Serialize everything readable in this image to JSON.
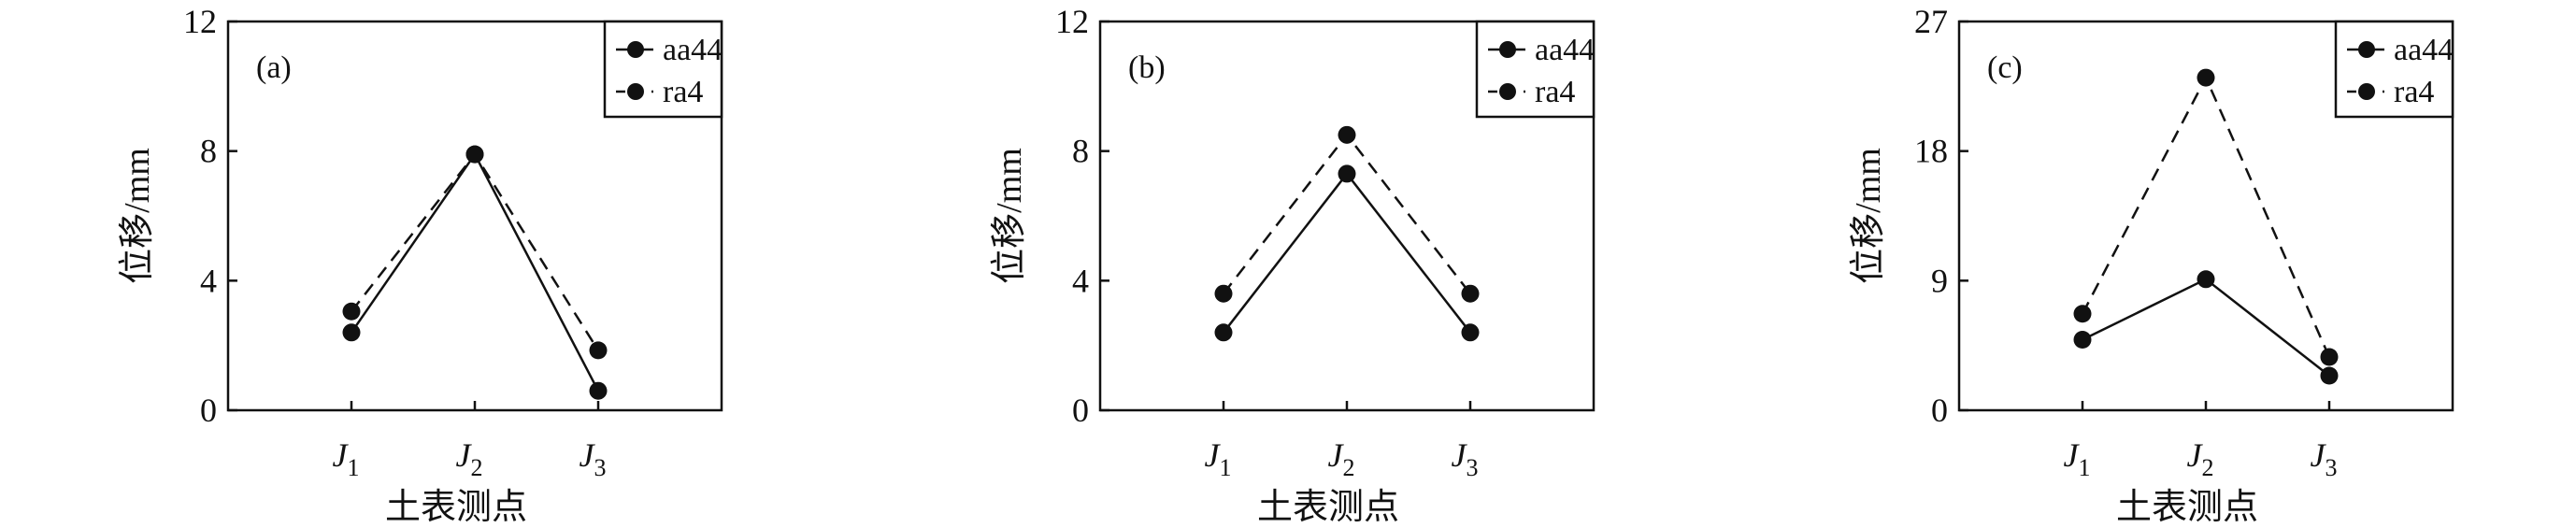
{
  "chart_data": [
    {
      "type": "line",
      "panel_label": "(a)",
      "categories": [
        "J1",
        "J2",
        "J3"
      ],
      "category_labels": [
        {
          "main": "J",
          "sub": "1"
        },
        {
          "main": "J",
          "sub": "2"
        },
        {
          "main": "J",
          "sub": "3"
        }
      ],
      "xlabel": "土表测点",
      "ylabel": "位移/mm",
      "ylim": [
        0,
        12
      ],
      "yticks": [
        0,
        4,
        8,
        12
      ],
      "legend_position": "top-right",
      "series": [
        {
          "name": "aa44",
          "style": "solid",
          "values": [
            2.4,
            7.9,
            0.6
          ]
        },
        {
          "name": "ra4",
          "style": "dashed",
          "values": [
            3.05,
            7.9,
            1.85
          ]
        }
      ]
    },
    {
      "type": "line",
      "panel_label": "(b)",
      "categories": [
        "J1",
        "J2",
        "J3"
      ],
      "category_labels": [
        {
          "main": "J",
          "sub": "1"
        },
        {
          "main": "J",
          "sub": "2"
        },
        {
          "main": "J",
          "sub": "3"
        }
      ],
      "xlabel": "土表测点",
      "ylabel": "位移/mm",
      "ylim": [
        0,
        12
      ],
      "yticks": [
        0,
        4,
        8,
        12
      ],
      "legend_position": "top-right",
      "series": [
        {
          "name": "aa44",
          "style": "solid",
          "values": [
            2.4,
            7.3,
            2.4
          ]
        },
        {
          "name": "ra4",
          "style": "dashed",
          "values": [
            3.6,
            8.5,
            3.6
          ]
        }
      ]
    },
    {
      "type": "line",
      "panel_label": "(c)",
      "categories": [
        "J1",
        "J2",
        "J3"
      ],
      "category_labels": [
        {
          "main": "J",
          "sub": "1"
        },
        {
          "main": "J",
          "sub": "2"
        },
        {
          "main": "J",
          "sub": "3"
        }
      ],
      "xlabel": "土表测点",
      "ylabel": "位移/mm",
      "ylim": [
        0,
        27
      ],
      "yticks": [
        0,
        9,
        18,
        27
      ],
      "legend_position": "top-right",
      "series": [
        {
          "name": "aa44",
          "style": "solid",
          "values": [
            4.9,
            9.1,
            2.4
          ]
        },
        {
          "name": "ra4",
          "style": "dashed",
          "values": [
            6.7,
            23.1,
            3.7
          ]
        }
      ]
    }
  ]
}
